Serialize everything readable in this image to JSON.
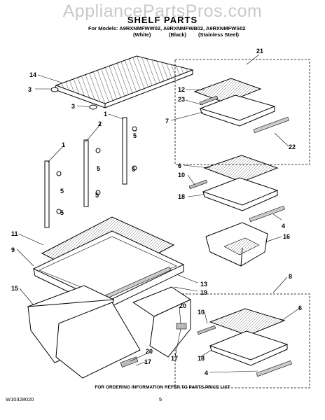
{
  "watermark": "AppliancePartsPros.com",
  "title": "SHELF PARTS",
  "models_line": "For Models: A9RXNMFWW02, A9RXNMFWB02, A9RXNMFWS02",
  "variants": [
    "(White)",
    "(Black)",
    "(Stainless Steel)"
  ],
  "footer_note": "FOR ORDERING INFORMATION REFER TO PARTS PRICE LIST",
  "doc_number": "W10328020",
  "page_number": "5",
  "callouts": [
    "21",
    "14",
    "12",
    "23",
    "3",
    "3",
    "7",
    "1",
    "2",
    "22",
    "5",
    "5",
    "1",
    "5",
    "6",
    "10",
    "5",
    "18",
    "5",
    "5",
    "4",
    "11",
    "16",
    "9",
    "8",
    "13",
    "19",
    "15",
    "20",
    "10",
    "6",
    "20",
    "18",
    "17",
    "17",
    "4"
  ]
}
